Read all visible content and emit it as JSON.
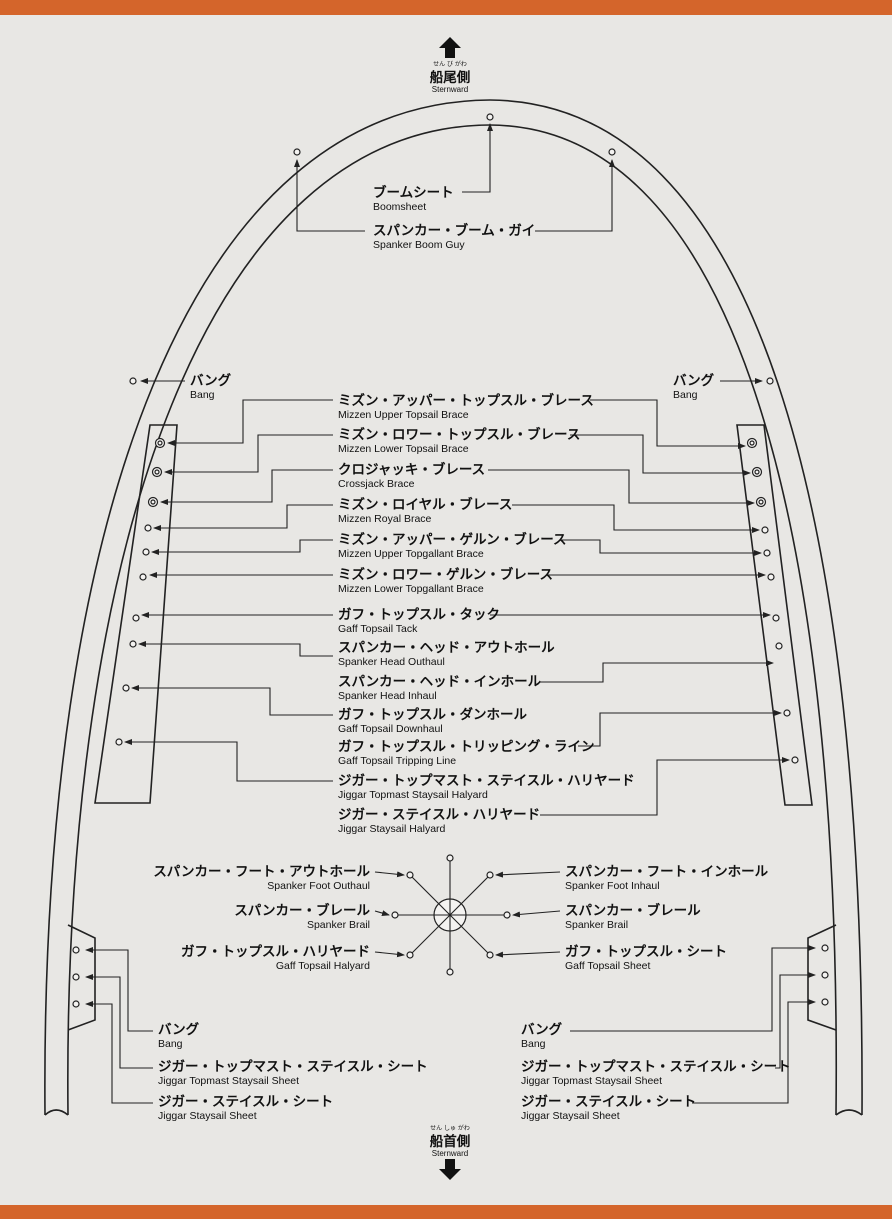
{
  "top_direction": {
    "ruby": "せん び がわ",
    "jp": "船尾側",
    "en": "Sternward",
    "icon": "arrow-up-icon"
  },
  "bottom_direction": {
    "ruby": "せん しゅ がわ",
    "jp": "船首側",
    "en": "Sternward",
    "icon": "arrow-down-icon"
  },
  "top_labels": [
    {
      "jp": "ブームシート",
      "en": "Boomsheet"
    },
    {
      "jp": "スパンカー・ブーム・ガイ",
      "en": "Spanker Boom Guy"
    }
  ],
  "bang_left": {
    "jp": "バング",
    "en": "Bang"
  },
  "bang_right": {
    "jp": "バング",
    "en": "Bang"
  },
  "center_labels": [
    {
      "jp": "ミズン・アッパー・トップスル・ブレース",
      "en": "Mizzen Upper Topsail Brace"
    },
    {
      "jp": "ミズン・ロワー・トップスル・ブレース",
      "en": "Mizzen Lower Topsail Brace"
    },
    {
      "jp": "クロジャッキ・ブレース",
      "en": "Crossjack Brace"
    },
    {
      "jp": "ミズン・ロイヤル・ブレース",
      "en": "Mizzen Royal Brace"
    },
    {
      "jp": "ミズン・アッパー・ゲルン・ブレース",
      "en": "Mizzen Upper Topgallant Brace"
    },
    {
      "jp": "ミズン・ロワー・ゲルン・ブレース",
      "en": "Mizzen Lower Topgallant Brace"
    },
    {
      "jp": "ガフ・トップスル・タック",
      "en": "Gaff Topsail Tack"
    },
    {
      "jp": "スパンカー・ヘッド・アウトホール",
      "en": "Spanker Head Outhaul"
    },
    {
      "jp": "スパンカー・ヘッド・インホール",
      "en": "Spanker Head Inhaul"
    },
    {
      "jp": "ガフ・トップスル・ダンホール",
      "en": "Gaff Topsail Downhaul"
    },
    {
      "jp": "ガフ・トップスル・トリッピング・ライン",
      "en": "Gaff Topsail Tripping Line"
    },
    {
      "jp": "ジガー・トップマスト・ステイスル・ハリヤード",
      "en": "Jiggar Topmast Staysail Halyard"
    },
    {
      "jp": "ジガー・ステイスル・ハリヤード",
      "en": "Jiggar Staysail Halyard"
    }
  ],
  "spider_left": [
    {
      "jp": "スパンカー・フート・アウトホール",
      "en": "Spanker Foot Outhaul"
    },
    {
      "jp": "スパンカー・ブレール",
      "en": "Spanker Brail"
    },
    {
      "jp": "ガフ・トップスル・ハリヤード",
      "en": "Gaff Topsail Halyard"
    }
  ],
  "spider_right": [
    {
      "jp": "スパンカー・フート・インホール",
      "en": "Spanker Foot Inhaul"
    },
    {
      "jp": "スパンカー・ブレール",
      "en": "Spanker Brail"
    },
    {
      "jp": "ガフ・トップスル・シート",
      "en": "Gaff Topsail Sheet"
    }
  ],
  "bottom_left": [
    {
      "jp": "バング",
      "en": "Bang"
    },
    {
      "jp": "ジガー・トップマスト・ステイスル・シート",
      "en": "Jiggar Topmast Staysail Sheet"
    },
    {
      "jp": "ジガー・ステイスル・シート",
      "en": "Jiggar Staysail Sheet"
    }
  ],
  "bottom_right": [
    {
      "jp": "バング",
      "en": "Bang"
    },
    {
      "jp": "ジガー・トップマスト・ステイスル・シート",
      "en": "Jiggar Topmast Staysail Sheet"
    },
    {
      "jp": "ジガー・ステイスル・シート",
      "en": "Jiggar Staysail Sheet"
    }
  ],
  "colors": {
    "border": "#d4652b",
    "background": "#e8e7e4",
    "ink": "#222222"
  }
}
